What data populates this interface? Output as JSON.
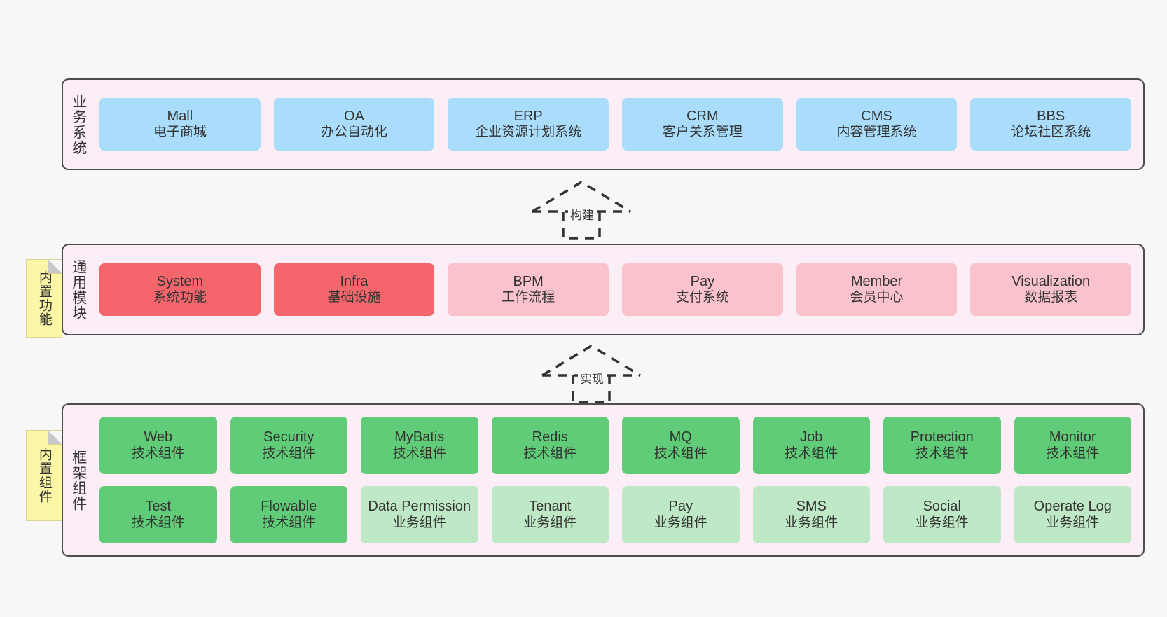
{
  "diagram": {
    "title_hidden": "",
    "colors": {
      "canvas_bg": "#f7f7f7",
      "layer_bg": "#fbeef6",
      "layer_border": "#4d4d4d",
      "business_card": "#aadcfb",
      "common_active_card": "#f4666b",
      "common_card": "#fac3cc",
      "framework_tech_card": "#60cc77",
      "framework_biz_card": "#bfe8c6",
      "note_bg": "#fbf7a6"
    }
  },
  "layers": {
    "business": {
      "label": "业务系统",
      "cards": [
        {
          "en": "Mall",
          "cn": "电子商城"
        },
        {
          "en": "OA",
          "cn": "办公自动化"
        },
        {
          "en": "ERP",
          "cn": "企业资源计划系统"
        },
        {
          "en": "CRM",
          "cn": "客户关系管理"
        },
        {
          "en": "CMS",
          "cn": "内容管理系统"
        },
        {
          "en": "BBS",
          "cn": "论坛社区系统"
        }
      ]
    },
    "common": {
      "label": "通用模块",
      "note": "内置功能",
      "cards": [
        {
          "en": "System",
          "cn": "系统功能",
          "variant": "c-red"
        },
        {
          "en": "Infra",
          "cn": "基础设施",
          "variant": "c-red"
        },
        {
          "en": "BPM",
          "cn": "工作流程",
          "variant": "c-pink"
        },
        {
          "en": "Pay",
          "cn": "支付系统",
          "variant": "c-pink"
        },
        {
          "en": "Member",
          "cn": "会员中心",
          "variant": "c-pink"
        },
        {
          "en": "Visualization",
          "cn": "数据报表",
          "variant": "c-pink"
        }
      ]
    },
    "framework": {
      "label": "框架组件",
      "note": "内置组件",
      "row1": [
        {
          "en": "Web",
          "cn": "技术组件",
          "variant": "c-green"
        },
        {
          "en": "Security",
          "cn": "技术组件",
          "variant": "c-green"
        },
        {
          "en": "MyBatis",
          "cn": "技术组件",
          "variant": "c-green"
        },
        {
          "en": "Redis",
          "cn": "技术组件",
          "variant": "c-green"
        },
        {
          "en": "MQ",
          "cn": "技术组件",
          "variant": "c-green"
        },
        {
          "en": "Job",
          "cn": "技术组件",
          "variant": "c-green"
        },
        {
          "en": "Protection",
          "cn": "技术组件",
          "variant": "c-green"
        },
        {
          "en": "Monitor",
          "cn": "技术组件",
          "variant": "c-green"
        }
      ],
      "row2": [
        {
          "en": "Test",
          "cn": "技术组件",
          "variant": "c-green"
        },
        {
          "en": "Flowable",
          "cn": "技术组件",
          "variant": "c-green"
        },
        {
          "en": "Data Permission",
          "cn": "业务组件",
          "variant": "c-green-light"
        },
        {
          "en": "Tenant",
          "cn": "业务组件",
          "variant": "c-green-light"
        },
        {
          "en": "Pay",
          "cn": "业务组件",
          "variant": "c-green-light"
        },
        {
          "en": "SMS",
          "cn": "业务组件",
          "variant": "c-green-light"
        },
        {
          "en": "Social",
          "cn": "业务组件",
          "variant": "c-green-light"
        },
        {
          "en": "Operate Log",
          "cn": "业务组件",
          "variant": "c-green-light"
        }
      ]
    }
  },
  "connectors": [
    {
      "id": "build",
      "label": "构建"
    },
    {
      "id": "implement",
      "label": "实现"
    }
  ]
}
